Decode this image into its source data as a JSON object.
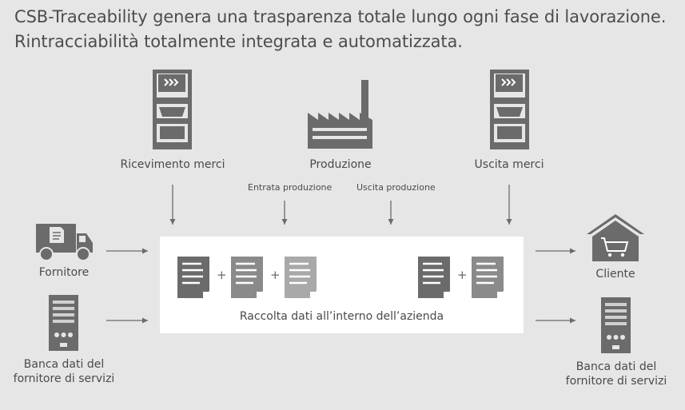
{
  "title": {
    "line1": "CSB-Traceability genera una trasparenza totale lungo ogni fase di lavorazione.",
    "line2": "Rintracciabilità totalmente integrata e automatizzata."
  },
  "stations": {
    "receiving": "Ricevimento merci",
    "production": "Produzione",
    "shipping": "Uscita merci"
  },
  "production_points": {
    "entry": "Entrata produzione",
    "exit": "Uscita produzione"
  },
  "sources": {
    "supplier": "Fornitore",
    "provider_db_line1": "Banca dati del",
    "provider_db_line2": "fornitore di servizi"
  },
  "targets": {
    "customer": "Cliente",
    "provider_db_line1": "Banca dati del",
    "provider_db_line2": "fornitore di servizi"
  },
  "panel": {
    "label": "Raccolta dati all’interno dell’azienda",
    "plus": "+"
  },
  "colors": {
    "background": "#e6e6e6",
    "icon_dark": "#6b6b6b",
    "icon_mid": "#8a8a8a",
    "icon_light": "#a9a9a9",
    "panel": "#ffffff"
  }
}
